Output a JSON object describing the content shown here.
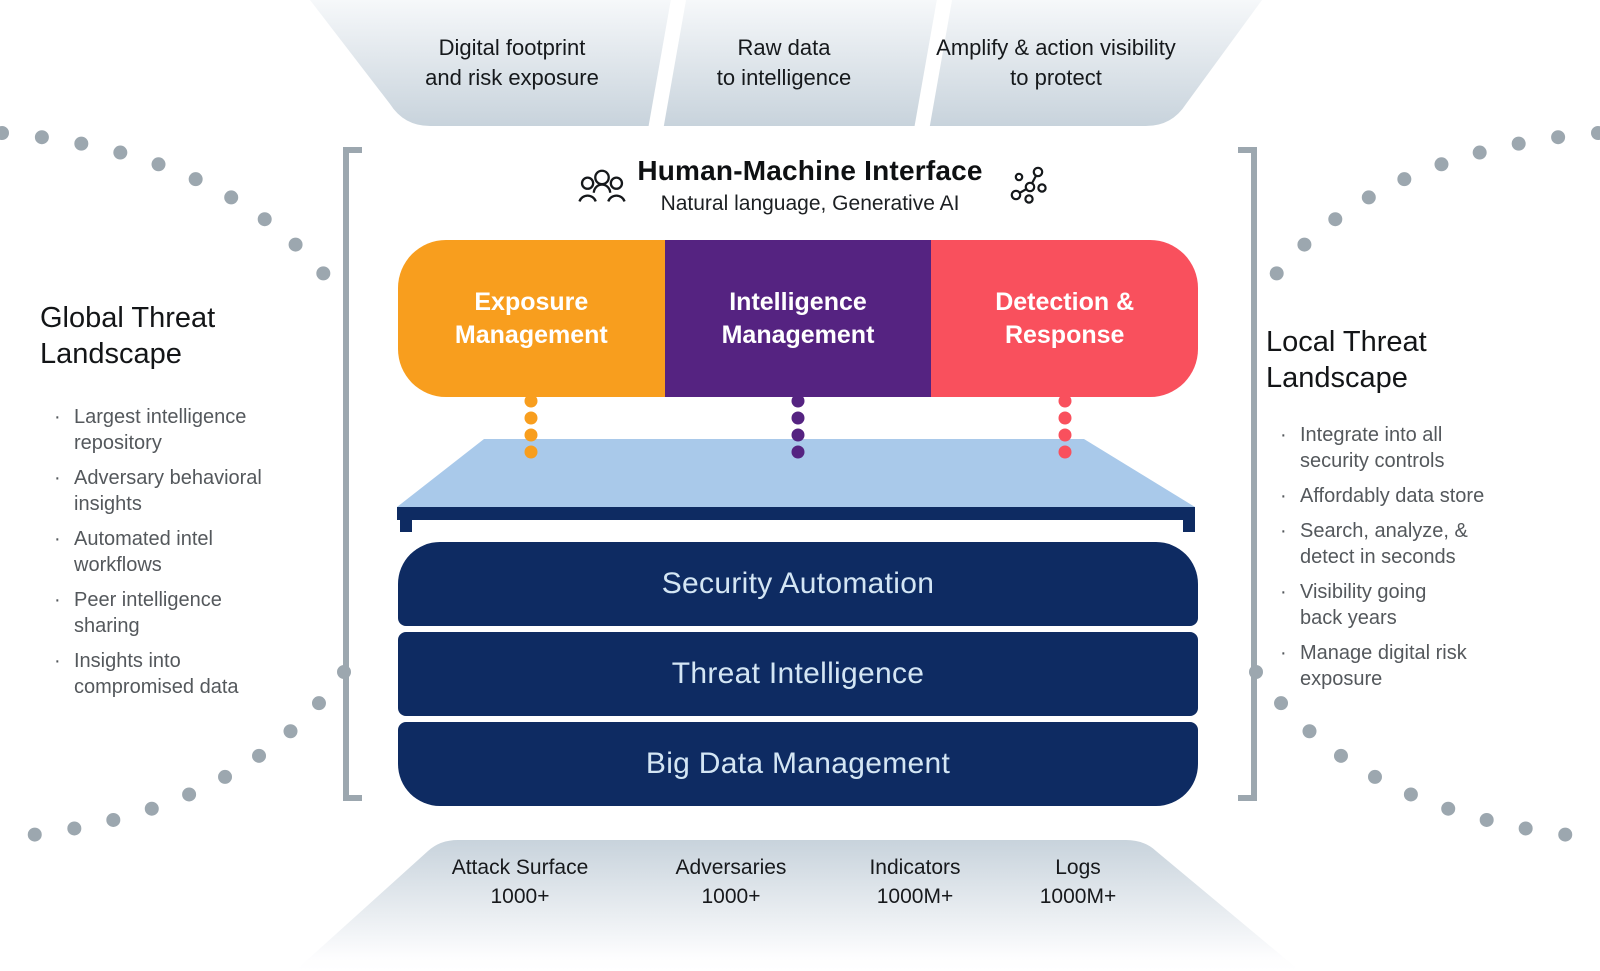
{
  "ui": {
    "bullet_char": "·"
  },
  "palette": {
    "module_orange": "#F89E1E",
    "module_purple": "#552381",
    "module_red": "#F9505D",
    "stack_navy": "#0E2B62",
    "platform_blue": "#A9C9EA",
    "connector_gray": "#9CA7AF",
    "funnel_gray_blue": "#C8D3DC"
  },
  "funnel_top": {
    "segments": [
      {
        "lines": [
          "Digital footprint",
          "and risk exposure"
        ]
      },
      {
        "lines": [
          "Raw data",
          "to intelligence"
        ]
      },
      {
        "lines": [
          "Amplify & action visibility",
          "to protect"
        ]
      }
    ]
  },
  "hmi": {
    "title": "Human-Machine Interface",
    "subtitle": "Natural language, Generative AI",
    "left_icon": "people-group",
    "right_icon": "network-nodes"
  },
  "modules": [
    {
      "lines": [
        "Exposure",
        "Management"
      ]
    },
    {
      "lines": [
        "Intelligence",
        "Management"
      ]
    },
    {
      "lines": [
        "Detection &",
        "Response"
      ]
    }
  ],
  "stack": {
    "layers": [
      "Security Automation",
      "Threat Intelligence",
      "Big Data Management"
    ]
  },
  "left_panel": {
    "title_lines": [
      "Global Threat",
      "Landscape"
    ],
    "bullets": [
      {
        "lines": [
          "Largest intelligence",
          "repository"
        ]
      },
      {
        "lines": [
          "Adversary behavioral",
          "insights"
        ]
      },
      {
        "lines": [
          "Automated intel",
          "workflows"
        ]
      },
      {
        "lines": [
          "Peer intelligence",
          "sharing"
        ]
      },
      {
        "lines": [
          "Insights into",
          "compromised data"
        ]
      }
    ]
  },
  "right_panel": {
    "title_lines": [
      "Local Threat",
      "Landscape"
    ],
    "bullets": [
      {
        "lines": [
          "Integrate into all",
          "security controls"
        ]
      },
      {
        "lines": [
          "Affordably data store"
        ]
      },
      {
        "lines": [
          "Search, analyze, &",
          "detect in seconds"
        ]
      },
      {
        "lines": [
          "Visibility going",
          "back years"
        ]
      },
      {
        "lines": [
          "Manage digital risk",
          "exposure"
        ]
      }
    ]
  },
  "stats": [
    {
      "label": "Attack Surface",
      "value": "1000+"
    },
    {
      "label": "Adversaries",
      "value": "1000+"
    },
    {
      "label": "Indicators",
      "value": "1000M+"
    },
    {
      "label": "Logs",
      "value": "1000M+"
    }
  ]
}
